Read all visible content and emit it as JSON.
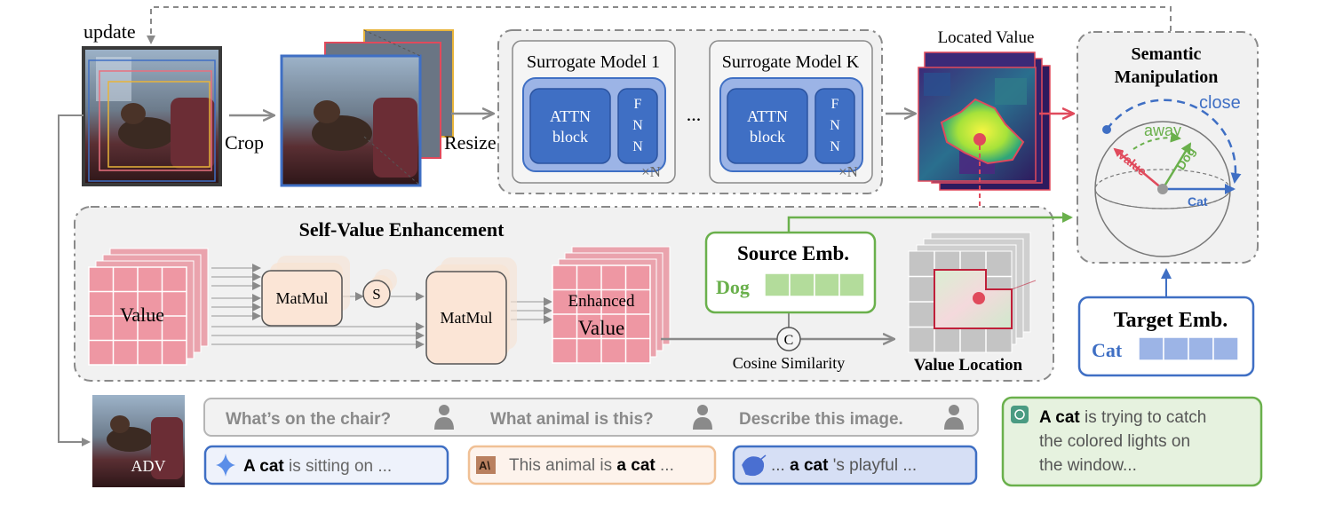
{
  "pipeline": {
    "update_label": "update",
    "crop_label": "Crop",
    "resize_label": "Resize",
    "ellipsis": "...",
    "surrogate_1": {
      "title": "Surrogate Model 1",
      "attn_line1": "ATTN",
      "attn_line2": "block",
      "fnn_letters": [
        "F",
        "N",
        "N"
      ],
      "repeat": "×N"
    },
    "surrogate_k": {
      "title": "Surrogate Model K",
      "attn_line1": "ATTN",
      "attn_line2": "block",
      "fnn_letters": [
        "F",
        "N",
        "N"
      ],
      "repeat": "×N"
    },
    "located_value_label": "Located Value"
  },
  "semantic": {
    "title_line1": "Semantic",
    "title_line2": "Manipulation",
    "close_label": "close",
    "away_label": "away",
    "value_label": "Value",
    "dog_label": "Dog",
    "cat_label": "Cat"
  },
  "enhancement": {
    "title": "Self-Value Enhancement",
    "value_label": "Value",
    "matmul1": "MatMul",
    "softmax": "S",
    "matmul2": "MatMul",
    "enhanced_line1": "Enhanced",
    "enhanced_line2": "Value",
    "concat_symbol": "C",
    "cosine_label": "Cosine Similarity",
    "value_location_label": "Value Location"
  },
  "source_emb": {
    "title": "Source Emb.",
    "word": "Dog"
  },
  "target_emb": {
    "title": "Target Emb.",
    "word": "Cat"
  },
  "adv_label": "ADV",
  "questions": [
    "What’s on the chair?",
    "What animal is this?",
    "Describe this image."
  ],
  "responses": {
    "r1": {
      "bold": "A cat",
      "rest": " is sitting on ..."
    },
    "r2": {
      "pre": "This animal is ",
      "bold": "a cat",
      "rest": " ..."
    },
    "r3": {
      "pre": "... ",
      "bold": "a cat",
      "rest": " 's playful ..."
    },
    "r4": {
      "bold": "A cat",
      "line1_rest": " is trying to catch",
      "line2": "the colored lights on",
      "line3": "the window..."
    }
  },
  "colors": {
    "blue": "#3f6fc4",
    "pink": "#e8707f",
    "green": "#6ab04c",
    "orange": "#e8b07a",
    "gray_border": "#8a8a8a",
    "panel_bg": "#f1f1f1"
  }
}
